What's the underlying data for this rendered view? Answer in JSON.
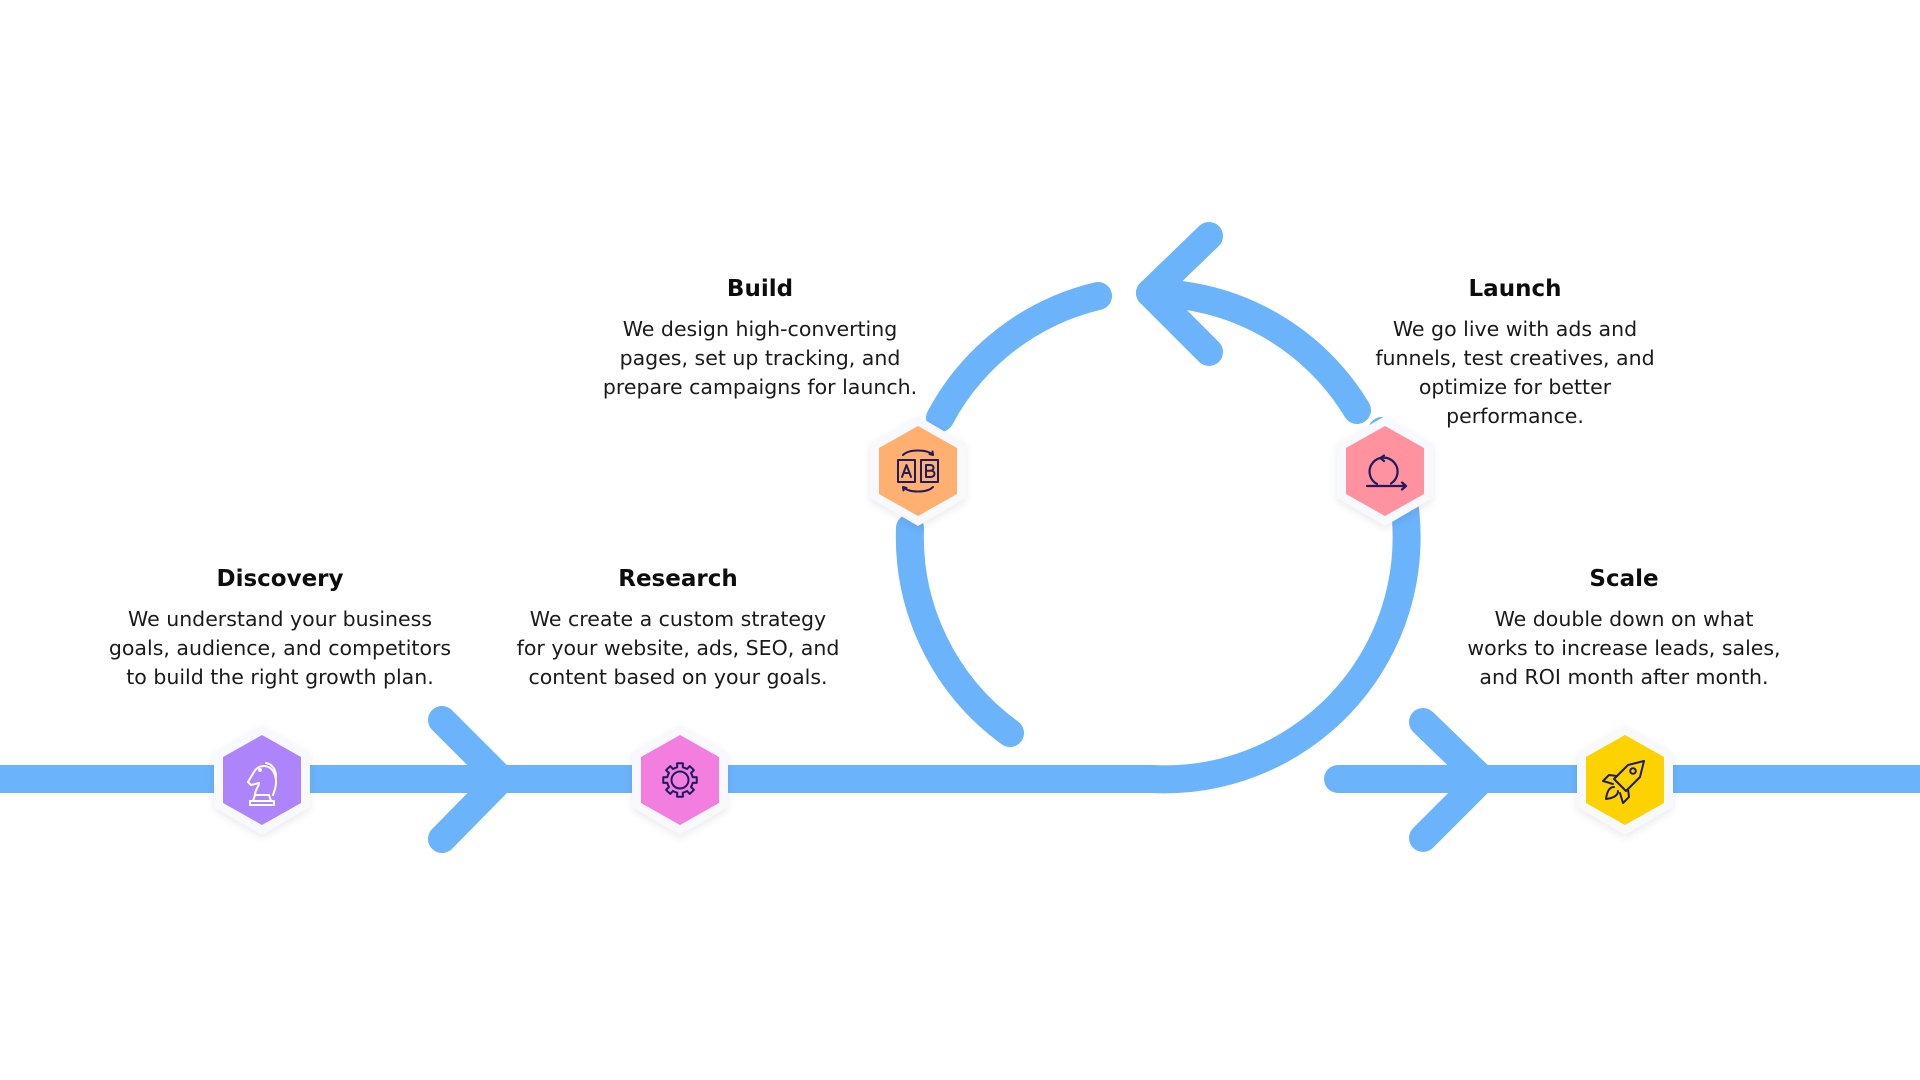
{
  "colors": {
    "path": "#6BB3FB",
    "hex_border": "#F7F9FC",
    "icon_stroke_dark": "#1E1B5E",
    "icon_stroke_light": "#FFFFFF"
  },
  "steps": [
    {
      "id": "discovery",
      "title": "Discovery",
      "description": "We understand your business goals, audience, and competitors to build the right growth plan.",
      "lines": [
        "We understand your business",
        "goals, audience, and competitors",
        "to build the right growth plan."
      ],
      "icon": "chess-knight-icon",
      "color": "#AE84FA"
    },
    {
      "id": "research",
      "title": "Research",
      "description": "We create a custom strategy for your website, ads, SEO, and content based on your goals.",
      "lines": [
        "We create a custom strategy",
        "for your website, ads, SEO, and",
        "content based on your goals."
      ],
      "icon": "gear-icon",
      "color": "#F27FDF"
    },
    {
      "id": "build",
      "title": "Build",
      "description": "We design high-converting pages, set up tracking, and prepare campaigns for launch.",
      "lines": [
        "We design high-converting",
        "pages, set up tracking, and",
        "prepare campaigns for launch."
      ],
      "icon": "ab-test-icon",
      "color": "#FFB071"
    },
    {
      "id": "launch",
      "title": "Launch",
      "description": "We go live with ads and funnels, test creatives, and optimize for better performance.",
      "lines": [
        "We go live with ads and",
        "funnels, test creatives, and",
        "optimize for better",
        "performance."
      ],
      "icon": "iteration-loop-icon",
      "color": "#FF929E"
    },
    {
      "id": "scale",
      "title": "Scale",
      "description": "We double down on what works to increase leads, sales, and ROI month after month.",
      "lines": [
        "We double down on what",
        "works to increase leads, sales,",
        "and ROI month after month."
      ],
      "icon": "rocket-icon",
      "color": "#FCD200"
    }
  ]
}
